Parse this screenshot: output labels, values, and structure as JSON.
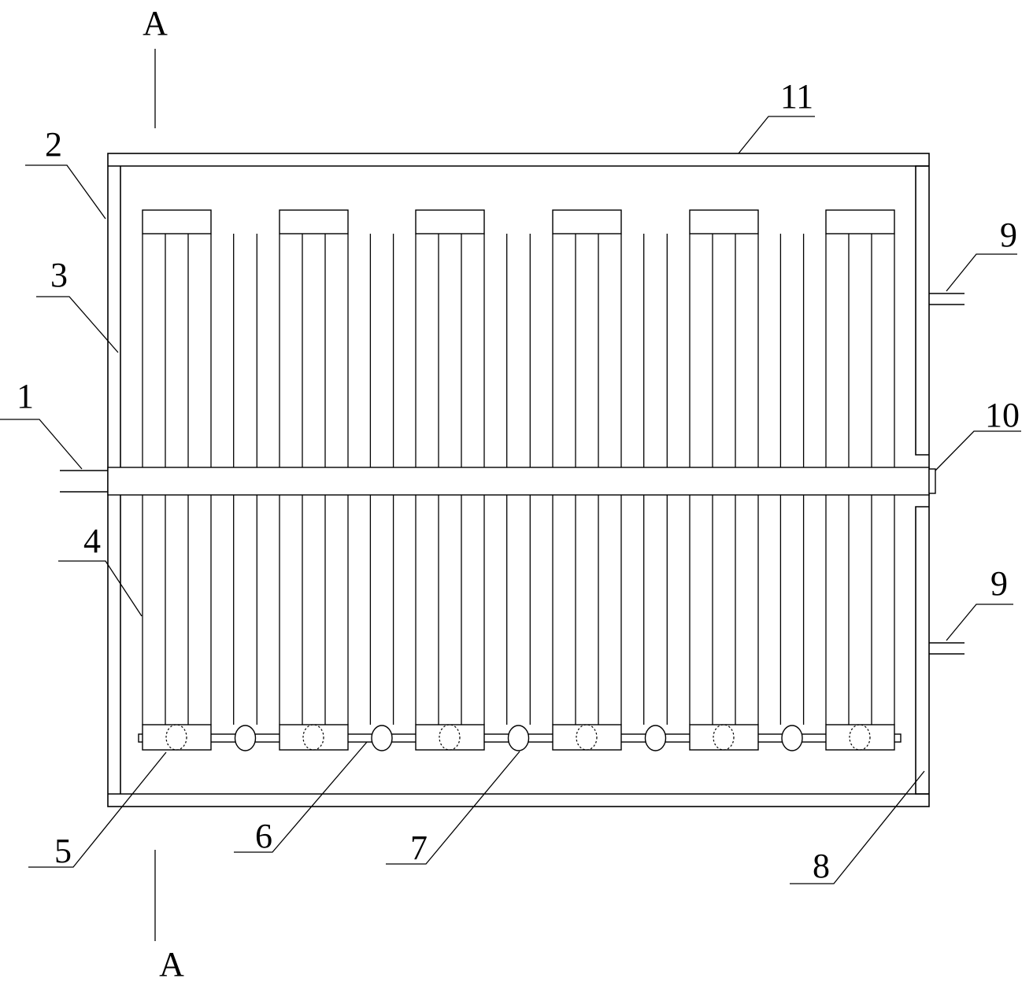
{
  "section_marks": {
    "top": "A",
    "bottom": "A"
  },
  "callouts": {
    "c1": "1",
    "c2": "2",
    "c3": "3",
    "c4": "4",
    "c5": "5",
    "c6": "6",
    "c7": "7",
    "c8": "8",
    "c9_upper": "9",
    "c9_lower": "9",
    "c10": "10",
    "c11": "11"
  }
}
